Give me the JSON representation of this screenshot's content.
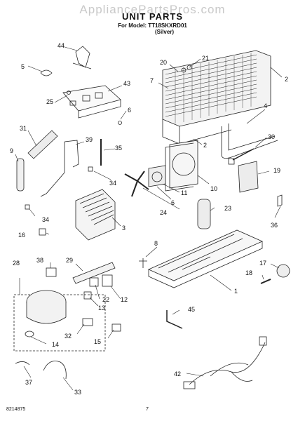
{
  "header": {
    "watermark": "AppliancePartsPros.com",
    "title": "UNIT PARTS",
    "model_line": "For Model: TT18SKXRD01",
    "color_line": "(Silver)"
  },
  "footer": {
    "document_number": "8214875",
    "page_number": "7"
  },
  "callouts": [
    "44",
    "5",
    "43",
    "25",
    "6",
    "21",
    "20",
    "7",
    "2",
    "31",
    "39",
    "35",
    "9",
    "34",
    "4",
    "2",
    "30",
    "10",
    "19",
    "11",
    "6",
    "24",
    "34",
    "23",
    "36",
    "3",
    "16",
    "8",
    "38",
    "29",
    "17",
    "28",
    "1",
    "18",
    "22",
    "13",
    "12",
    "45",
    "32",
    "15",
    "14",
    "42",
    "37",
    "33"
  ]
}
